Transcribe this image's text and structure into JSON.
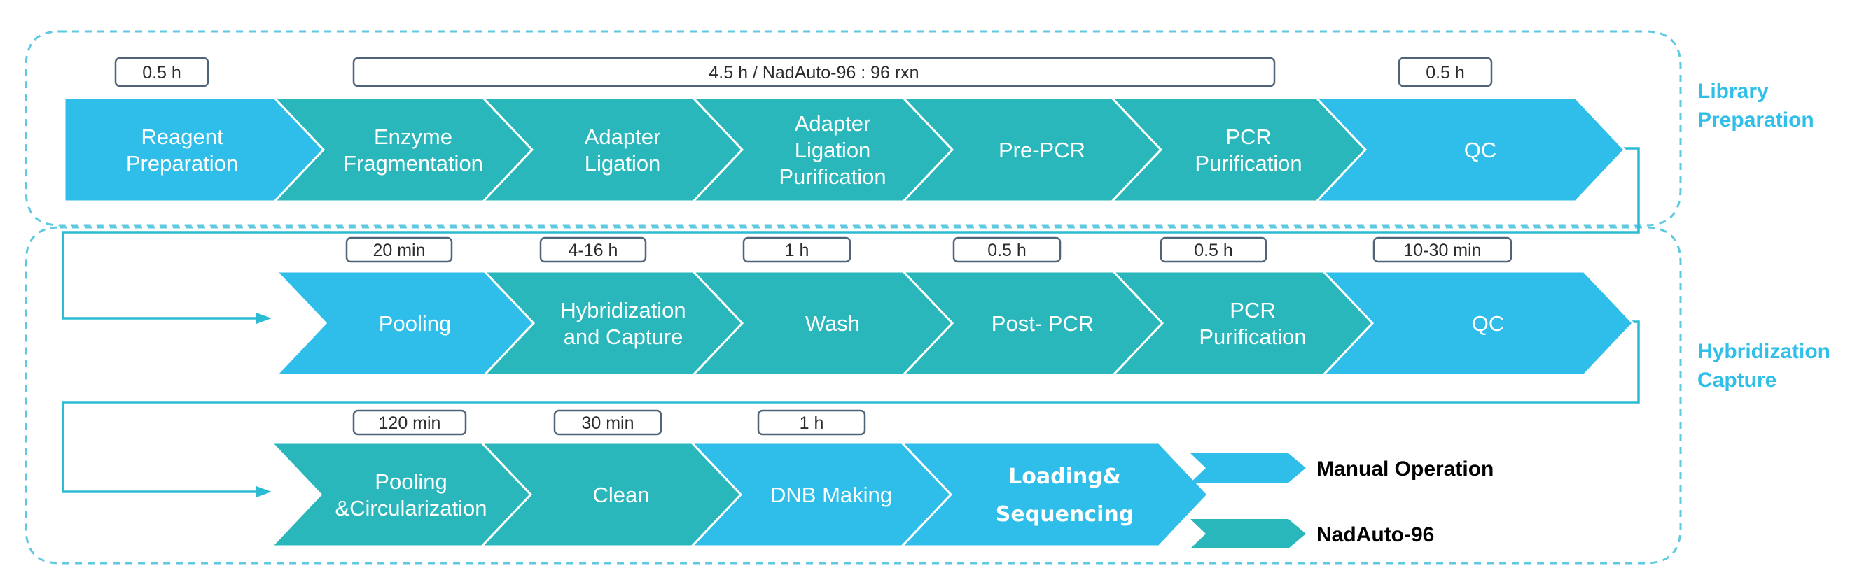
{
  "regions": [
    {
      "label_lines": [
        "Library",
        "Preparation"
      ]
    },
    {
      "label_lines": [
        "Hybridization",
        "Capture"
      ]
    }
  ],
  "colors": {
    "manual": "#2fbde9",
    "nadauto": "#2ab7bb",
    "region_border": "#5ec9e0",
    "region_label": "#2fbfe8"
  },
  "rows": [
    {
      "steps": [
        {
          "lines": [
            "Reagent",
            "Preparation"
          ],
          "type": "manual"
        },
        {
          "lines": [
            "Enzyme",
            "Fragmentation"
          ],
          "type": "nadauto"
        },
        {
          "lines": [
            "Adapter",
            "Ligation"
          ],
          "type": "nadauto"
        },
        {
          "lines": [
            "Adapter",
            "Ligation",
            "Purification"
          ],
          "type": "nadauto"
        },
        {
          "lines": [
            "Pre-PCR"
          ],
          "type": "nadauto"
        },
        {
          "lines": [
            "PCR",
            "Purification"
          ],
          "type": "nadauto"
        },
        {
          "lines": [
            "QC"
          ],
          "type": "manual"
        }
      ],
      "times": [
        {
          "label": "0.5 h"
        },
        {
          "label": "4.5 h / NadAuto-96 : 96 rxn"
        },
        {
          "label": "0.5 h"
        }
      ]
    },
    {
      "steps": [
        {
          "lines": [
            "Pooling"
          ],
          "type": "manual"
        },
        {
          "lines": [
            "Hybridization",
            "and Capture"
          ],
          "type": "nadauto"
        },
        {
          "lines": [
            "Wash"
          ],
          "type": "nadauto"
        },
        {
          "lines": [
            "Post- PCR"
          ],
          "type": "nadauto"
        },
        {
          "lines": [
            "PCR",
            "Purification"
          ],
          "type": "nadauto"
        },
        {
          "lines": [
            "QC"
          ],
          "type": "manual"
        }
      ],
      "times": [
        {
          "label": "20 min"
        },
        {
          "label": "4-16 h"
        },
        {
          "label": "1 h"
        },
        {
          "label": "0.5 h"
        },
        {
          "label": "0.5 h"
        },
        {
          "label": "10-30 min"
        }
      ]
    },
    {
      "steps": [
        {
          "lines": [
            "Pooling",
            "&Circularization"
          ],
          "type": "nadauto"
        },
        {
          "lines": [
            "Clean"
          ],
          "type": "nadauto"
        },
        {
          "lines": [
            "DNB Making"
          ],
          "type": "manual"
        },
        {
          "lines": [
            "Loading&",
            "Sequencing"
          ],
          "type": "manual",
          "bold": true
        }
      ],
      "times": [
        {
          "label": "120 min"
        },
        {
          "label": "30 min"
        },
        {
          "label": "1 h"
        }
      ]
    }
  ],
  "legend": [
    {
      "label": "Manual Operation",
      "type": "manual"
    },
    {
      "label": "NadAuto-96",
      "type": "nadauto"
    }
  ]
}
